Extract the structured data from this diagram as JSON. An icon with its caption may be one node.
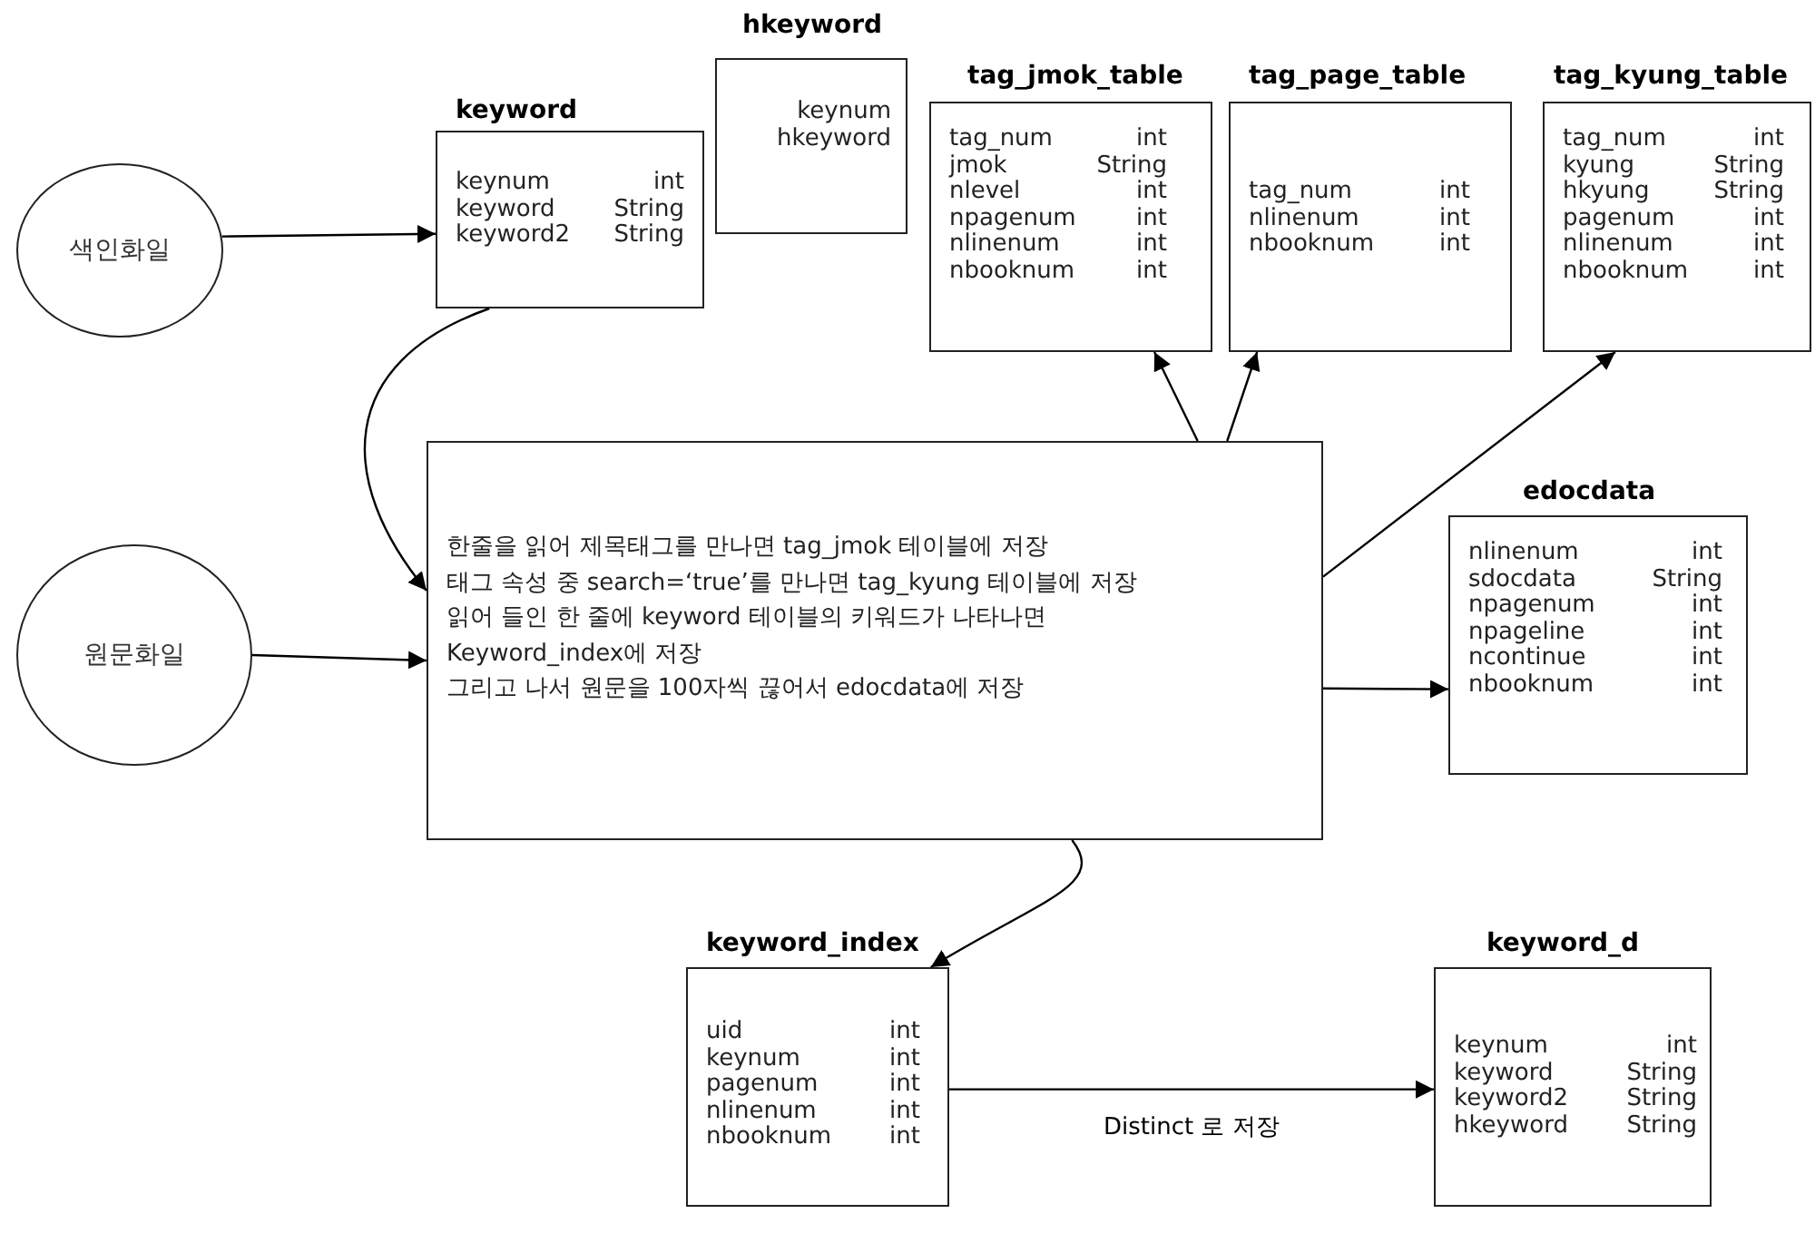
{
  "diagram": {
    "nodes": [
      {
        "text": [
          "색인화일"
        ]
      },
      {
        "text": [
          "hkeyword",
          "keynum",
          "hkeyword"
        ]
      },
      {
        "text": [
          "keyword",
          "keynum int",
          "keyword String",
          "keyword2 String"
        ]
      },
      {
        "text": [
          "tag_jmok_table",
          "tag_num int",
          "jmok String",
          "nlevel int",
          "npagenum int",
          "nlinenum int",
          "nbooknum int"
        ]
      },
      {
        "text": [
          "tag_page_table",
          "tag_num int",
          "nlinenum int",
          "nbooknum int"
        ]
      },
      {
        "text": [
          "tag_kyung_table",
          "tag_num int",
          "kyung String",
          "hkyung String",
          "pagenum int",
          "nlinenum int",
          "nbooknum int"
        ]
      },
      {
        "text": [
          "원문화일"
        ]
      },
      {
        "text": [
          "한줄을 읽어 제목태그를 만나면 tag_jmok 테이블에 저장",
          "태그 속성 중 search=‘true’를 만나면 tag_kyung 테이블에 저장",
          "읽어 들인 한 줄에 keyword 테이블의 키워드가 나타나면",
          "Keyword_index에 저장",
          "그리고 나서 원문을 100자씩 끊어서 edocdata에 저장"
        ]
      },
      {
        "text": [
          "edocdata",
          "nlinenum int",
          "sdocdata String",
          "npagenum int",
          "npageline int",
          "ncontinue int",
          "nbooknum int"
        ]
      },
      {
        "text": [
          "keyword_index",
          "uid int",
          "keynum int",
          "pagenum int",
          "nlinenum int",
          "nbooknum int"
        ]
      },
      {
        "text": [
          "keyword_d",
          "keynum int",
          "keyword String",
          "keyword2 String",
          "hkeyword String"
        ]
      }
    ],
    "edges": [
      {
        "from": 0,
        "to": 2,
        "arrow": "to"
      },
      {
        "from": 2,
        "to": 7,
        "arrow": "to"
      },
      {
        "from": 6,
        "to": 7,
        "arrow": "to"
      },
      {
        "from": 7,
        "to": 3,
        "arrow": "to"
      },
      {
        "from": 7,
        "to": 4,
        "arrow": "to"
      },
      {
        "from": 7,
        "to": 5,
        "arrow": "to"
      },
      {
        "from": 7,
        "to": 8,
        "arrow": "to"
      },
      {
        "from": 7,
        "to": 9,
        "arrow": "to"
      },
      {
        "from": 9,
        "to": 10,
        "arrow": "to",
        "label": "Distinct 로 저장"
      }
    ]
  }
}
